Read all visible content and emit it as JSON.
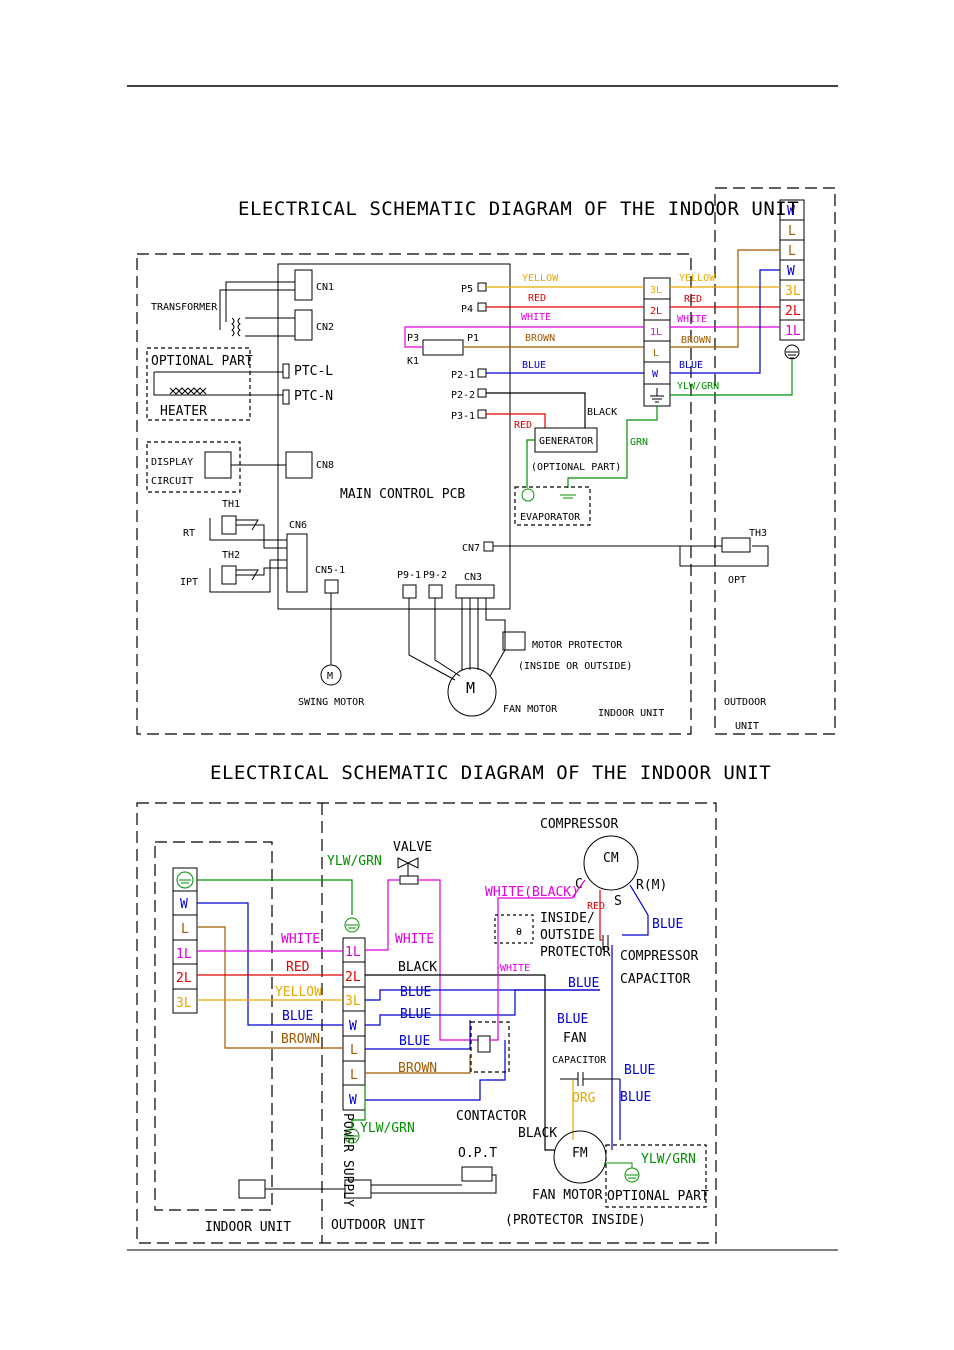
{
  "colors": {
    "yellow": "#e8a800",
    "red": "#e00000",
    "white": "#e000e0",
    "brown": "#a05a00",
    "blue": "#0000d0",
    "green": "#009000",
    "orange": "#e8a800",
    "black": "#000000"
  },
  "diagram1": {
    "title": "ELECTRICAL SCHEMATIC DIAGRAM OF THE INDOOR UNIT",
    "labels": {
      "transformer": "TRANSFORMER",
      "cn1": "CN1",
      "cn2": "CN2",
      "optional_part": "OPTIONAL PART",
      "heater": "HEATER",
      "ptc_l": "PTC-L",
      "ptc_n": "PTC-N",
      "display_circuit_1": "DISPLAY",
      "display_circuit_2": "CIRCUIT",
      "cn8": "CN8",
      "main_control_pcb": "MAIN CONTROL PCB",
      "th1": "TH1",
      "rt": "RT",
      "cn6": "CN6",
      "th2": "TH2",
      "ipt": "IPT",
      "cn5_1": "CN5-1",
      "p9_1": "P9-1",
      "p9_2": "P9-2",
      "cn3": "CN3",
      "cn7": "CN7",
      "p5": "P5",
      "p4": "P4",
      "p3": "P3",
      "p1": "P1",
      "k1": "K1",
      "p2_1": "P2-1",
      "p2_2": "P2-2",
      "p3_1": "P3-1",
      "generator": "GENERATOR",
      "optional_part_paren": "(OPTIONAL PART)",
      "evaporator": "EVAPORATOR",
      "motor_protector": "MOTOR PROTECTOR",
      "inside_or_outside": "(INSIDE OR OUTSIDE)",
      "swing_motor": "SWING MOTOR",
      "fan_motor": "FAN MOTOR",
      "indoor_unit": "INDOOR UNIT",
      "outdoor_unit_1": "OUTDOOR",
      "outdoor_unit_2": "UNIT",
      "th3": "TH3",
      "opt": "OPT",
      "m": "M",
      "m_small": "M"
    },
    "wires": {
      "yellow": "YELLOW",
      "red": "RED",
      "white": "WHITE",
      "brown": "BROWN",
      "blue": "BLUE",
      "black": "BLACK",
      "red_gen": "RED",
      "grn": "GRN",
      "yellow_out": "YELLOW",
      "red_out": "RED",
      "white_out": "WHITE",
      "brown_out": "BROWN",
      "blue_out": "BLUE",
      "ylw_grn": "YLW/GRN"
    },
    "indoor_strip": [
      "3L",
      "2L",
      "1L",
      "L",
      "W"
    ],
    "outdoor_strip": [
      "W",
      "L",
      "L",
      "W",
      "3L",
      "2L",
      "1L"
    ]
  },
  "diagram2": {
    "title": "ELECTRICAL SCHEMATIC DIAGRAM OF THE INDOOR UNIT",
    "left_strip": [
      "W",
      "L",
      "1L",
      "2L",
      "3L"
    ],
    "mid_strip": [
      "1L",
      "2L",
      "3L",
      "W",
      "L",
      "L",
      "W"
    ],
    "labels": {
      "ylw_grn_top": "YLW/GRN",
      "valve": "VALVE",
      "compressor": "COMPRESSOR",
      "cm": "CM",
      "c": "C",
      "r_m": "R(M)",
      "s": "S",
      "white_black": "WHITE(BLACK)",
      "red_small": "RED",
      "inside_1": "INSIDE/",
      "inside_2": "OUTSIDE",
      "inside_3": "PROTECTOR",
      "blue_r": "BLUE",
      "compressor_cap_1": "COMPRESSOR",
      "compressor_cap_2": "CAPACITOR",
      "white_left": "WHITE",
      "red_left": "RED",
      "yellow_left": "YELLOW",
      "blue_left": "BLUE",
      "brown_left": "BROWN",
      "white_mid": "WHITE",
      "black_mid": "BLACK",
      "blue_mid1": "BLUE",
      "blue_mid2": "BLUE",
      "blue_mid3": "BLUE",
      "brown_mid": "BROWN",
      "white_small": "WHITE",
      "blue_cap": "BLUE",
      "blue_fan": "BLUE",
      "fan": "FAN",
      "capacitor": "CAPACITOR",
      "blue_fcap1": "BLUE",
      "blue_fcap2": "BLUE",
      "org": "ORG",
      "contactor": "CONTACTOR",
      "black_fm": "BLACK",
      "fm": "FM",
      "power_supply": "POWER SUPPLY",
      "ylw_grn_bottom": "YLW/GRN",
      "opt": "O.P.T",
      "fan_motor": "FAN MOTOR",
      "protector_inside": "(PROTECTOR INSIDE)",
      "optional_part": "OPTIONAL PART",
      "ylw_grn_opt": "YLW/GRN",
      "indoor_unit": "INDOOR UNIT",
      "outdoor_unit": "OUTDOOR UNIT"
    }
  }
}
